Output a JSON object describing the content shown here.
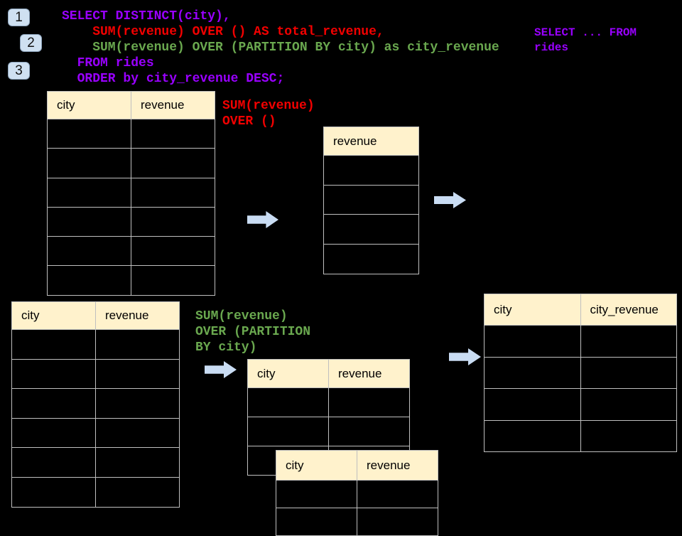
{
  "colors": {
    "purple": "#9900FF",
    "red": "#F20000",
    "green": "#6AA84F",
    "header_fill": "#FFF2CC",
    "arrow_fill": "#C9DCF3",
    "badge_fill": "#CFE0F1",
    "badge_border": "#8DA4BC",
    "table_border": "#BFBFBF"
  },
  "step_badges": [
    {
      "label": "1"
    },
    {
      "label": "2"
    },
    {
      "label": "3"
    }
  ],
  "sql_main": {
    "lines": [
      {
        "text": "SELECT DISTINCT(city),",
        "color": "purple"
      },
      {
        "text": "    SUM(revenue) OVER () AS total_revenue,",
        "color": "red"
      },
      {
        "text": "    SUM(revenue) OVER (PARTITION BY city) as city_revenue",
        "color": "green"
      },
      {
        "text": "  FROM rides",
        "color": "purple"
      },
      {
        "text": "  ORDER by city_revenue DESC;",
        "color": "purple"
      }
    ]
  },
  "sql_side": {
    "lines": [
      {
        "text": "SELECT ... FROM",
        "color": "purple"
      },
      {
        "text": "rides",
        "color": "purple"
      }
    ]
  },
  "label_total": {
    "lines": [
      {
        "text": "SUM(revenue)",
        "color": "red"
      },
      {
        "text": "OVER ()",
        "color": "red"
      }
    ]
  },
  "label_partition": {
    "lines": [
      {
        "text": "SUM(revenue)",
        "color": "green"
      },
      {
        "text": "OVER (PARTITION",
        "color": "green"
      },
      {
        "text": "BY city)",
        "color": "green"
      }
    ]
  },
  "tables": {
    "source_full": {
      "headers": [
        "city",
        "revenue"
      ],
      "empty_rows": 6
    },
    "total_result": {
      "headers": [
        "revenue"
      ],
      "empty_rows": 4
    },
    "source_full_2": {
      "headers": [
        "city",
        "revenue"
      ],
      "empty_rows": 6
    },
    "partition_group_a": {
      "headers": [
        "city",
        "revenue"
      ],
      "empty_rows": 3
    },
    "partition_group_b": {
      "headers": [
        "city",
        "revenue"
      ],
      "empty_rows": 2
    },
    "city_revenue_result": {
      "headers": [
        "city",
        "city_revenue"
      ],
      "empty_rows": 4
    }
  }
}
